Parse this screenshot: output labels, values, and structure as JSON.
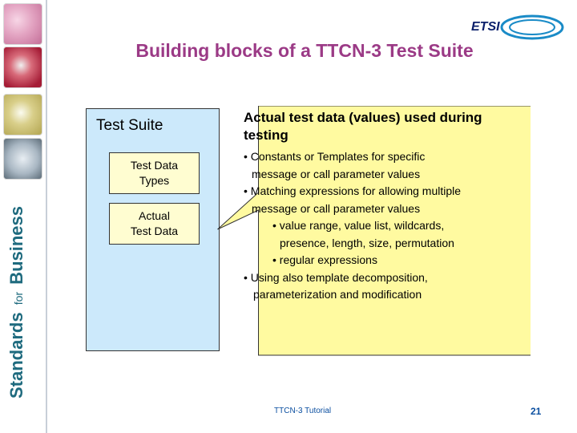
{
  "slide": {
    "title": "Building blocks of a TTCN-3 Test Suite",
    "logo_text": "ETSI",
    "brand": {
      "part1": "Standards",
      "part2": "for",
      "part3": "Business"
    }
  },
  "diagram": {
    "suite_label": "Test Suite",
    "box1_line1": "Test Data",
    "box1_line2": "Types",
    "box2_line1": "Actual",
    "box2_line2": "Test Data"
  },
  "callout": {
    "heading_line1": "Actual test data (values) used during",
    "heading_line2": "testing",
    "lines": [
      "• Constants or Templates for specific",
      "message or call parameter values",
      "• Matching expressions for allowing multiple",
      "message or call parameter values",
      "• value range, value list, wildcards,",
      "presence, length, size, permutation",
      "• regular expressions",
      "• Using also template decomposition,",
      "parameterization and modification"
    ]
  },
  "footer": {
    "text": "TTCN-3 Tutorial",
    "page": "21"
  },
  "colors": {
    "title": "#9b3a86",
    "suite_fill": "#cce9fb",
    "callout_fill": "#fffaa0",
    "box_fill": "#fffdd1",
    "brand": "#1e6a7e",
    "footer": "#0b4fa0"
  }
}
